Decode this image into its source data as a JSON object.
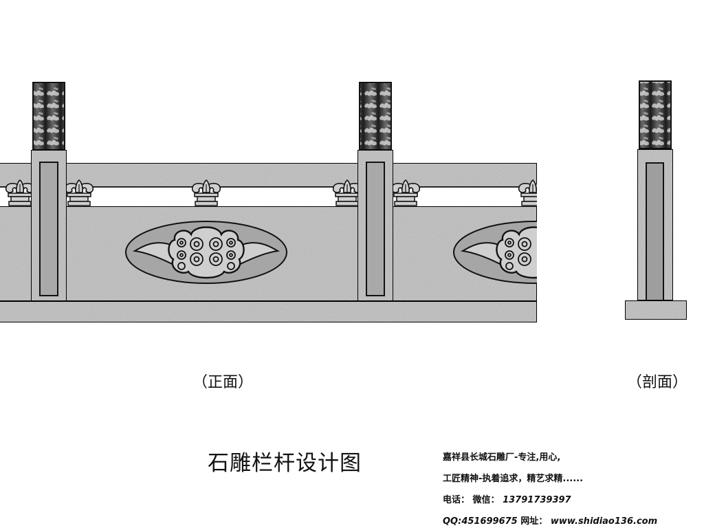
{
  "drawing": {
    "title": "石雕栏杆设计图",
    "views": {
      "front_label": "（正面）",
      "section_label": "（剖面）"
    },
    "colors": {
      "stone": "#cfcfcf",
      "panel_inset": "#a9a9a9",
      "oval_inset": "#a6a6a6",
      "outline": "#111111",
      "pillar_top_dark": "#2a2a2a"
    }
  },
  "company_info": {
    "line1": "嘉祥县长城石雕厂-专注,用心,",
    "line2": "工匠精神-执着追求，精艺求精......",
    "phone_label": "电话：",
    "wechat_label": "微信：",
    "phone_number": "13791739397",
    "qq_label": "QQ:",
    "qq_number": "451699675",
    "website_label": "网址：",
    "website": "www.shidiao136.com"
  }
}
